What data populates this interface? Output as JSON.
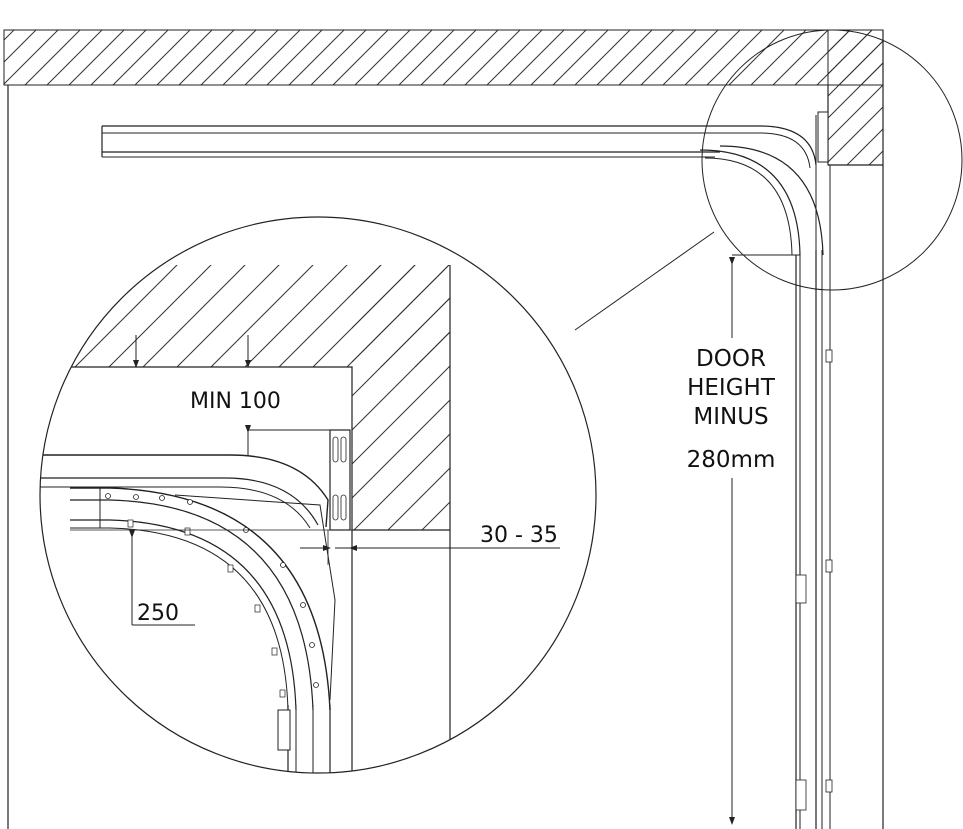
{
  "labels": {
    "min_clearance": "MIN 100",
    "side_gap": "30 - 35",
    "radius_height": "250",
    "door_height_line1": "DOOR",
    "door_height_line2": "HEIGHT",
    "door_height_line3": "MINUS",
    "door_height_line4": "280mm"
  },
  "colors": {
    "ink": "#222222",
    "hatch": "#333333",
    "paper": "#ffffff"
  }
}
